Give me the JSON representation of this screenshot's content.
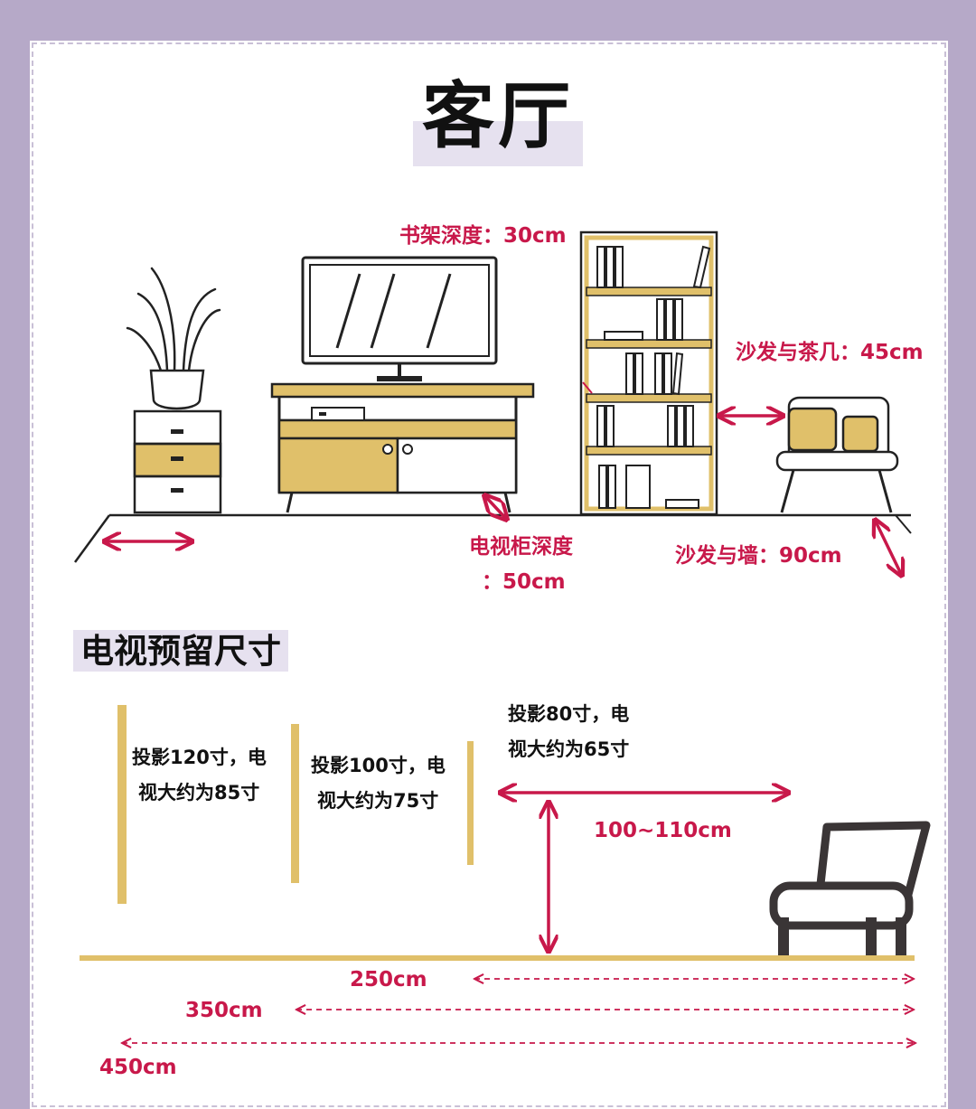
{
  "page": {
    "title": "客厅",
    "section2_title": "电视预留尺寸"
  },
  "room_labels": {
    "bookshelf_depth": "书架深度：30cm",
    "sofa_table": "沙发与茶几：45cm",
    "tv_cabinet_depth_line1": "电视柜深度",
    "tv_cabinet_depth_line2": "：50cm",
    "sofa_wall": "沙发与墙：90cm"
  },
  "tv_sizes": {
    "p120_line1": "投影120寸，电",
    "p120_line2": "视大约为85寸",
    "p100_line1": "投影100寸，电",
    "p100_line2": "视大约为75寸",
    "p80_line1": "投影80寸，电",
    "p80_line2": "视大约为65寸",
    "height_range": "100~110cm",
    "d250": "250cm",
    "d350": "350cm",
    "d450": "450cm"
  },
  "colors": {
    "page_bg": "#b6a9c8",
    "card_bg": "#ffffff",
    "accent_red": "#c8184a",
    "wood_gold": "#e0c06a",
    "line_dark": "#222222",
    "chair_dark": "#3a3536",
    "highlight": "#e6e1ef"
  }
}
